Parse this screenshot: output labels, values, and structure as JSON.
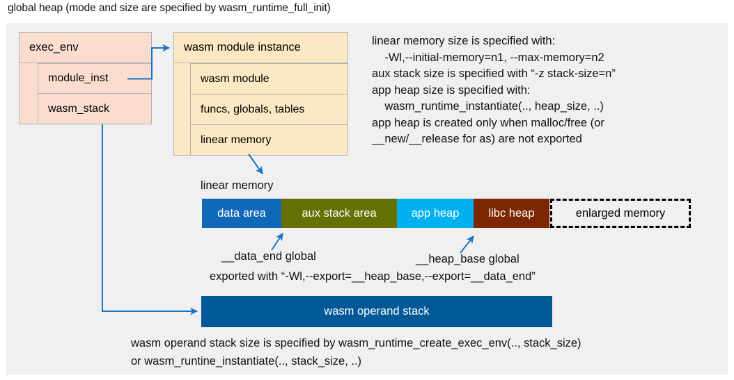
{
  "title": "global heap (mode and size are specified by wasm_runtime_full_init)",
  "colors": {
    "canvas": "#f0f0f0",
    "exec_env_fill": "#fbddd0",
    "module_instance_fill": "#fce8c3",
    "border": "#b2b2b2",
    "arrow": "#1a72c4",
    "data_area": "#1068b8",
    "aux_stack_area": "#657002",
    "app_heap": "#00b0ef",
    "libc_heap": "#7d2603",
    "enlarged_memory_border": "#000000",
    "operand_stack": "#005896"
  },
  "exec_env": {
    "header": "exec_env",
    "fields": [
      "module_inst",
      "wasm_stack"
    ]
  },
  "module_instance": {
    "header": "wasm module instance",
    "fields": [
      "wasm module",
      "funcs, globals, tables",
      "linear memory"
    ]
  },
  "notes_right": "linear memory size is specified with:\n    -Wl,--initial-memory=n1, --max-memory=n2\naux stack size is specified with “-z stack-size=n”\napp heap size is specified with:\n    wasm_runtime_instantiate(.., heap_size, ..)\napp heap is created only when malloc/free (or\n__new/__release for as) are not exported",
  "linear_memory": {
    "label": "linear memory",
    "segments": [
      {
        "label": "data area",
        "color": "#1068b8",
        "text_color": "#ffffff"
      },
      {
        "label": "aux stack area",
        "color": "#657002",
        "text_color": "#ffffff"
      },
      {
        "label": "app heap",
        "color": "#00b0ef",
        "text_color": "#ffffff"
      },
      {
        "label": "libc heap",
        "color": "#7d2603",
        "text_color": "#ffffff"
      },
      {
        "label": "enlarged memory",
        "color": "#f0f0f0",
        "text_color": "#000000"
      }
    ]
  },
  "annotations": {
    "data_end": "__data_end global",
    "heap_base": "__heap_base global",
    "exported_with": "exported with “-Wl,--export=__heap_base,--export=__data_end”"
  },
  "operand_stack": {
    "label": "wasm operand stack",
    "note": "wasm operand stack size is specified by wasm_runtime_create_exec_env(.., stack_size)\nor wasm_runtine_instantiate(.., stack_size, ..)"
  }
}
